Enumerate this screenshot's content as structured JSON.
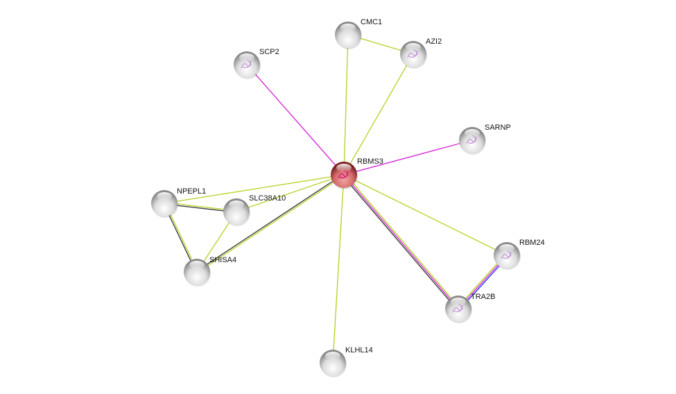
{
  "colors": {
    "textmining": "#b8d42e",
    "experiments": "#d62ed6",
    "coexpression": "#3c3c3c",
    "database": "#2f2fe6",
    "query_node": "#c85a5a",
    "node": "#d8d8d8"
  },
  "nodes": [
    {
      "id": "RBMS3",
      "label": "RBMS3",
      "query": true,
      "structure": true
    },
    {
      "id": "CMC1",
      "label": "CMC1",
      "query": false,
      "structure": false
    },
    {
      "id": "AZI2",
      "label": "AZI2",
      "query": false,
      "structure": true
    },
    {
      "id": "SCP2",
      "label": "SCP2",
      "query": false,
      "structure": true
    },
    {
      "id": "SARNP",
      "label": "SARNP",
      "query": false,
      "structure": true
    },
    {
      "id": "NPEPL1",
      "label": "NPEPL1",
      "query": false,
      "structure": false
    },
    {
      "id": "SLC38A10",
      "label": "SLC38A10",
      "query": false,
      "structure": false
    },
    {
      "id": "SHISA4",
      "label": "SHISA4",
      "query": false,
      "structure": false
    },
    {
      "id": "RBM24",
      "label": "RBM24",
      "query": false,
      "structure": true
    },
    {
      "id": "TRA2B",
      "label": "TRA2B",
      "query": false,
      "structure": true
    },
    {
      "id": "KLHL14",
      "label": "KLHL14",
      "query": false,
      "structure": false
    }
  ],
  "edges": [
    {
      "source": "RBMS3",
      "target": "CMC1",
      "evidence": [
        "textmining"
      ]
    },
    {
      "source": "CMC1",
      "target": "AZI2",
      "evidence": [
        "textmining"
      ]
    },
    {
      "source": "RBMS3",
      "target": "AZI2",
      "evidence": [
        "textmining"
      ]
    },
    {
      "source": "RBMS3",
      "target": "SCP2",
      "evidence": [
        "experiments"
      ]
    },
    {
      "source": "RBMS3",
      "target": "SARNP",
      "evidence": [
        "experiments"
      ]
    },
    {
      "source": "RBMS3",
      "target": "NPEPL1",
      "evidence": [
        "textmining"
      ]
    },
    {
      "source": "RBMS3",
      "target": "SLC38A10",
      "evidence": [
        "textmining"
      ]
    },
    {
      "source": "RBMS3",
      "target": "SHISA4",
      "evidence": [
        "textmining",
        "coexpression"
      ]
    },
    {
      "source": "RBMS3",
      "target": "KLHL14",
      "evidence": [
        "textmining"
      ]
    },
    {
      "source": "RBMS3",
      "target": "RBM24",
      "evidence": [
        "textmining"
      ]
    },
    {
      "source": "RBMS3",
      "target": "TRA2B",
      "evidence": [
        "textmining",
        "experiments",
        "coexpression"
      ]
    },
    {
      "source": "TRA2B",
      "target": "RBM24",
      "evidence": [
        "textmining",
        "experiments",
        "database"
      ]
    },
    {
      "source": "NPEPL1",
      "target": "SLC38A10",
      "evidence": [
        "textmining",
        "coexpression"
      ]
    },
    {
      "source": "NPEPL1",
      "target": "SHISA4",
      "evidence": [
        "textmining",
        "coexpression"
      ]
    },
    {
      "source": "SLC38A10",
      "target": "SHISA4",
      "evidence": [
        "textmining"
      ]
    }
  ]
}
